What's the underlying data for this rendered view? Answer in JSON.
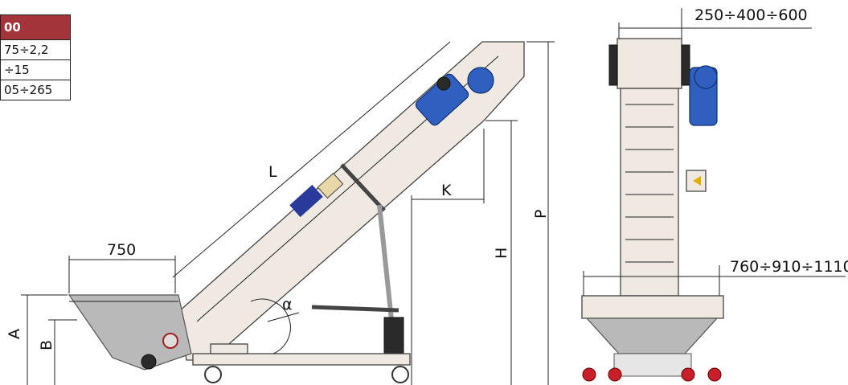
{
  "spec_table": {
    "header": "00",
    "rows": [
      "75÷2,2",
      "÷15",
      "05÷265"
    ]
  },
  "dimensions": {
    "length": "L",
    "hopper_length": "750",
    "angle": "α",
    "height_a": "A",
    "height_b": "B",
    "reach": "K",
    "height_h": "H",
    "height_p": "P",
    "belt_width": "250÷400÷600",
    "total_width": "760÷910÷1110"
  },
  "colors": {
    "table_header": "#a3343a",
    "motor": "#2f5fbf",
    "frame": "#efe9e2",
    "caster": "#c8202a"
  }
}
